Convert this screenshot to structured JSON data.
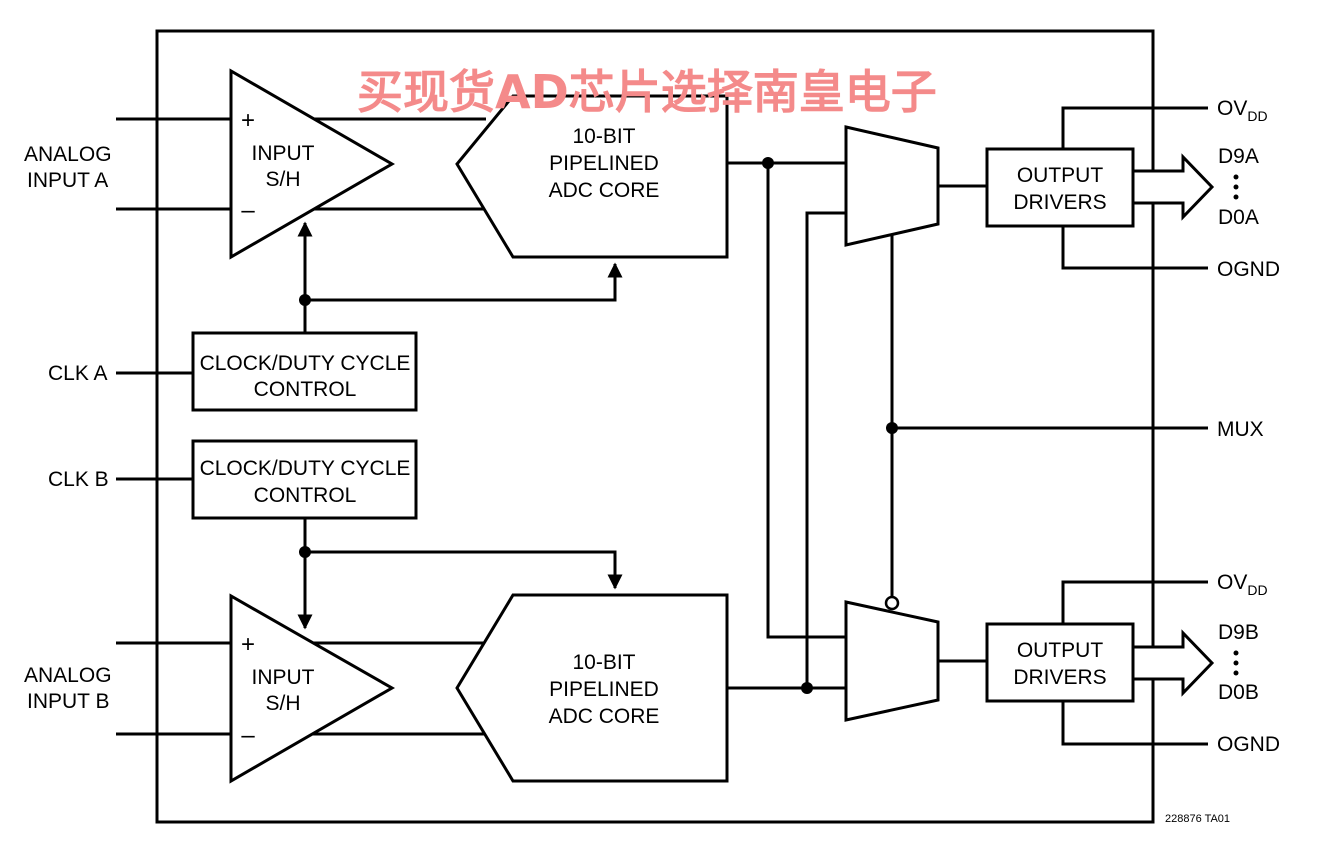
{
  "watermark": "买现货AD芯片选择南皇电子",
  "inputs": {
    "analog_a": [
      "ANALOG",
      "INPUT A"
    ],
    "analog_b": [
      "ANALOG",
      "INPUT B"
    ],
    "clk_a": "CLK A",
    "clk_b": "CLK B"
  },
  "sh": {
    "plus": "+",
    "minus": "–",
    "label": [
      "INPUT",
      "S/H"
    ]
  },
  "clock_block": [
    "CLOCK/DUTY CYCLE",
    "CONTROL"
  ],
  "adc_core": [
    "10-BIT",
    "PIPELINED",
    "ADC CORE"
  ],
  "output_drivers": [
    "OUTPUT",
    "DRIVERS"
  ],
  "outputs": {
    "ovdd_main": "OV",
    "ovdd_sub": "DD",
    "d9a": "D9A",
    "d0a": "D0A",
    "ognd": "OGND",
    "mux": "MUX",
    "d9b": "D9B",
    "d0b": "D0B"
  },
  "figure_code": "228876 TA01"
}
